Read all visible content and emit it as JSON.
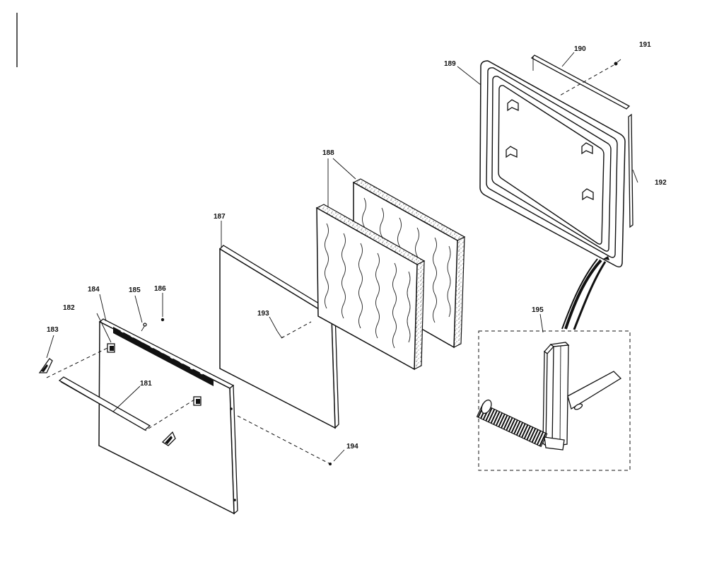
{
  "diagram": {
    "labels": {
      "p181": "181",
      "p182": "182",
      "p183": "183",
      "p184": "184",
      "p185": "185",
      "p186": "186",
      "p187": "187",
      "p188": "188",
      "p189": "189",
      "p190": "190",
      "p191": "191",
      "p192": "192",
      "p193": "193",
      "p194": "194",
      "p195": "195"
    }
  }
}
